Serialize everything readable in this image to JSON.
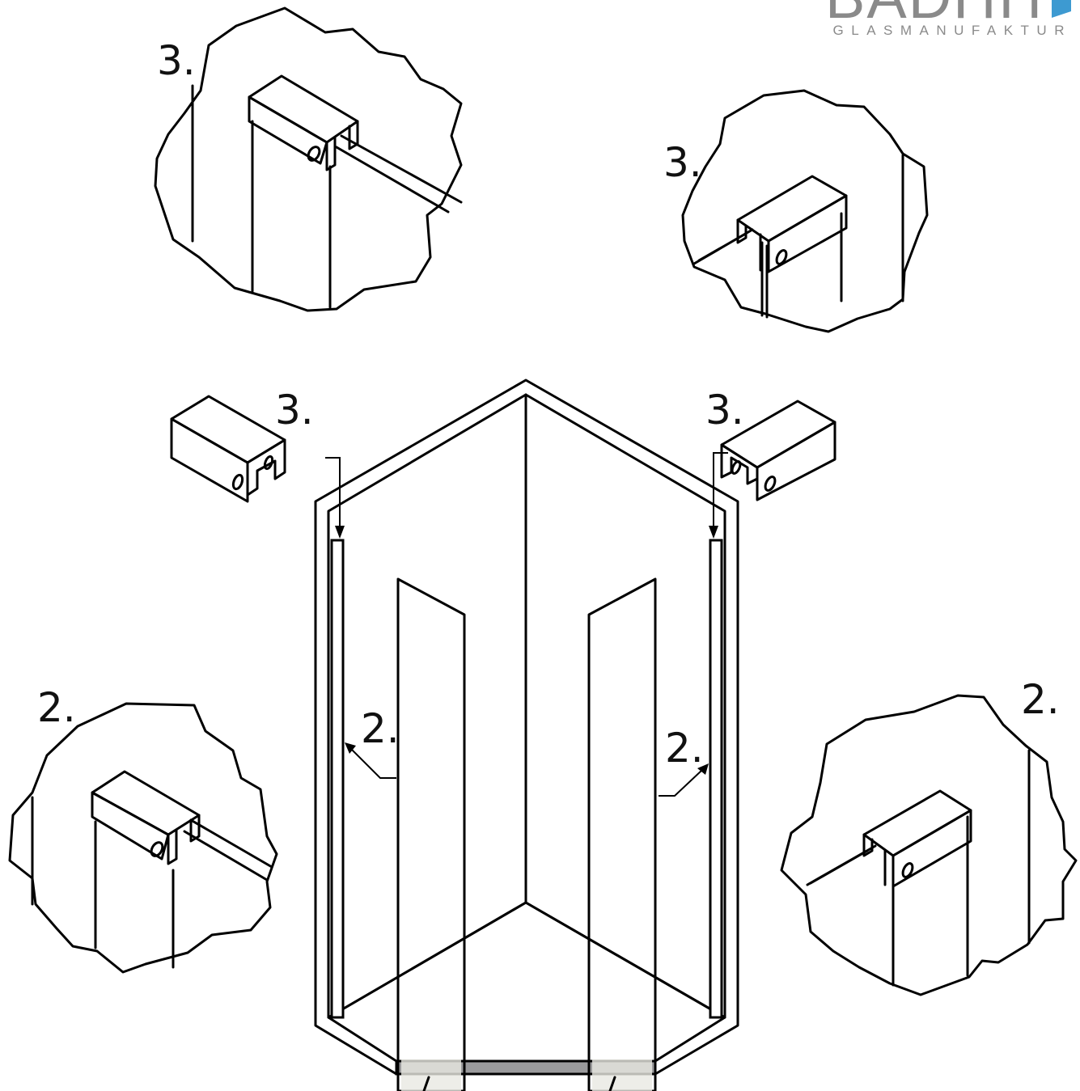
{
  "logo": {
    "wordmark": "GLASMANUFAKTUR",
    "brand_fragment": "BADHIT",
    "accent_color": "#3d9ad1",
    "grey_color": "#8a8a8a"
  },
  "labels": {
    "detail_top_left": "3.",
    "detail_top_right": "3.",
    "part_left": "3.",
    "part_right": "3.",
    "detail_bottom_left": "2.",
    "detail_bottom_right": "2.",
    "callout_left": "2.",
    "callout_right": "2."
  },
  "colors": {
    "frame": "#9a9a9c",
    "back_wall_left": "#77787c",
    "back_wall_right": "#85868a",
    "tray": "#b3b4b8",
    "glass_door": "#9e9fa4",
    "cap_front": "#a9a9ab",
    "cap_top": "#c4c4c6"
  }
}
